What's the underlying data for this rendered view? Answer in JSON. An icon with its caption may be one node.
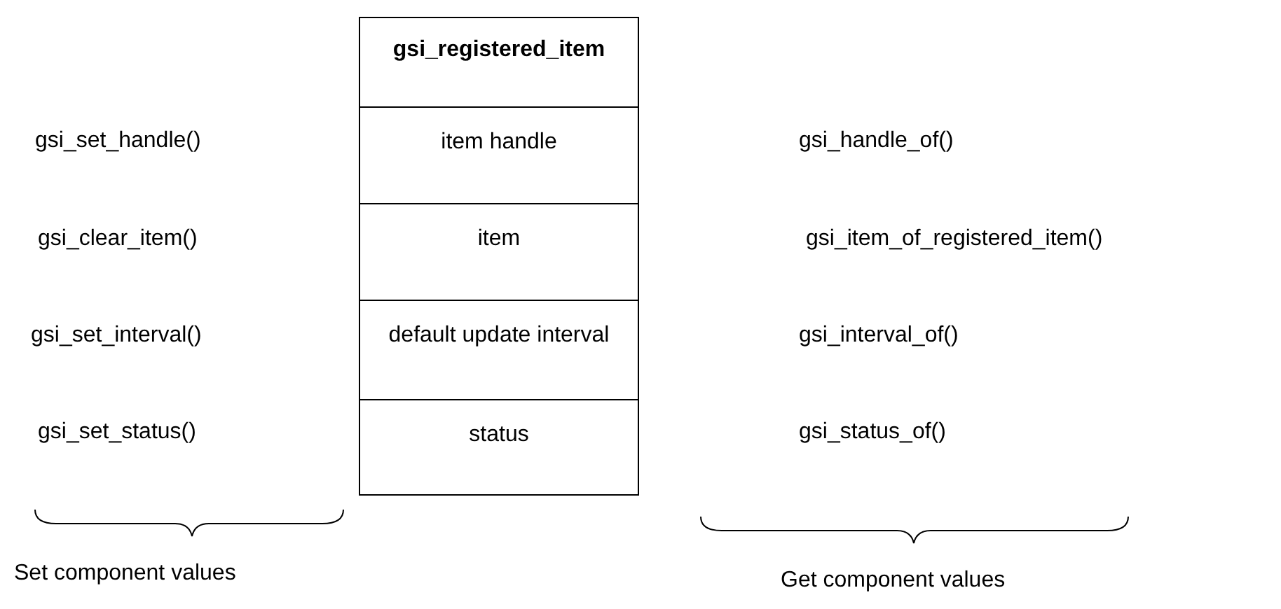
{
  "diagram": {
    "nodes": [
      {
        "text": [
          "gsi_registered_item"
        ]
      },
      {
        "text": [
          "item handle"
        ],
        "in": 0
      },
      {
        "text": [
          "item"
        ],
        "in": 0
      },
      {
        "text": [
          "default update interval"
        ],
        "in": 0
      },
      {
        "text": [
          "status"
        ],
        "in": 0
      }
    ],
    "edges": [],
    "labels": [
      "gsi_set_handle()",
      "gsi_handle_of()",
      "gsi_clear_item()",
      "gsi_item_of_registered_item()",
      "gsi_set_interval()",
      "gsi_interval_of()",
      "gsi_set_status()",
      "gsi_status_of()",
      "Set component values",
      "Get component values"
    ]
  }
}
